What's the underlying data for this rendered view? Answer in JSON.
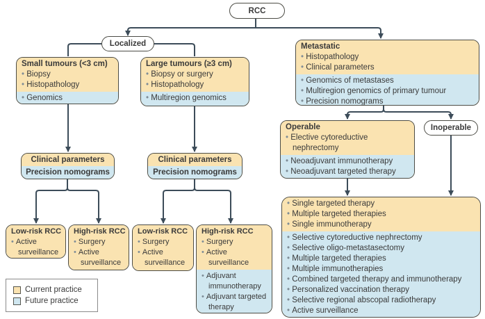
{
  "palette": {
    "current_practice": "#fae3b1",
    "future_practice": "#d0e7f0",
    "line": "#3c4c59",
    "box_border": "#4c4c45"
  },
  "root": {
    "label": "RCC"
  },
  "pills": {
    "localized": "Localized",
    "inoperable": "Inoperable"
  },
  "boxes": {
    "small_tumours": {
      "title": "Small tumours (<3 cm)",
      "current": [
        "Biopsy",
        "Histopathology"
      ],
      "future": [
        "Genomics"
      ]
    },
    "large_tumours": {
      "title": "Large tumours (≥3 cm)",
      "current": [
        "Biopsy or surgery",
        "Histopathology"
      ],
      "future": [
        "Multiregion genomics"
      ]
    },
    "metastatic": {
      "title": "Metastatic",
      "current": [
        "Histopathology",
        "Clinical parameters"
      ],
      "future": [
        "Genomics of metastases",
        "Multiregion genomics of primary tumour",
        "Precision nomograms"
      ]
    },
    "operable": {
      "title": "Operable",
      "current": [
        "Elective cytoreductive nephrectomy"
      ],
      "future": [
        "Neoadjuvant immunotherapy",
        "Neoadjuvant targeted therapy"
      ]
    },
    "clinical_small": {
      "current": "Clinical parameters",
      "future": "Precision nomograms"
    },
    "clinical_large": {
      "current": "Clinical parameters",
      "future": "Precision nomograms"
    },
    "low_risk_small": {
      "title": "Low-risk RCC",
      "current": [
        "Active surveillance"
      ]
    },
    "high_risk_small": {
      "title": "High-risk RCC",
      "current": [
        "Surgery",
        "Active surveillance"
      ]
    },
    "low_risk_large": {
      "title": "Low-risk RCC",
      "current": [
        "Surgery",
        "Active surveillance"
      ]
    },
    "high_risk_large": {
      "title": "High-risk RCC",
      "current": [
        "Surgery",
        "Active surveillance"
      ],
      "future": [
        "Adjuvant immunotherapy",
        "Adjuvant targeted therapy"
      ]
    },
    "metastatic_options": {
      "current": [
        "Single targeted therapy",
        "Multiple targeted therapies",
        "Single immunotherapy"
      ],
      "future": [
        "Selective cytoreductive nephrectomy",
        "Selective oligo-metastasectomy",
        "Multiple targeted therapies",
        "Multiple immunotherapies",
        "Combined targeted therapy and immunotherapy",
        "Personalized vaccination therapy",
        "Selective regional abscopal radiotherapy",
        "Active surveillance"
      ]
    }
  },
  "legend": {
    "items": [
      {
        "label": "Current practice",
        "type": "current"
      },
      {
        "label": "Future practice",
        "type": "future"
      }
    ]
  }
}
